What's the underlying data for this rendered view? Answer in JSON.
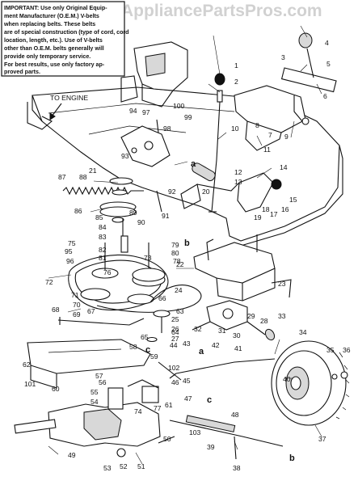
{
  "watermark": "AppliancePartsPros.com",
  "note": {
    "lines": [
      "IMPORTANT: Use only Original Equip-",
      "ment Manufacturer (O.E.M.) V-belts",
      "when replacing belts. These belts",
      "are of special construction (type of cord, cord",
      "location, length, etc.). Use of V-belts",
      "other than O.E.M. belts generally will",
      "provide only temporary service.",
      "For best results, use only factory ap-",
      "proved parts."
    ]
  },
  "engine_label": "TO ENGINE",
  "ref_letters": [
    "a",
    "b",
    "c"
  ],
  "part_numbers": [
    "1",
    "2",
    "3",
    "4",
    "5",
    "6",
    "7",
    "8",
    "9",
    "10",
    "11",
    "12",
    "13",
    "14",
    "15",
    "16",
    "17",
    "18",
    "19",
    "20",
    "21",
    "22",
    "23",
    "24",
    "25",
    "26",
    "27",
    "28",
    "29",
    "30",
    "31",
    "32",
    "33",
    "34",
    "35",
    "36",
    "37",
    "38",
    "39",
    "40",
    "41",
    "42",
    "43",
    "44",
    "45",
    "46",
    "47",
    "48",
    "49",
    "50",
    "51",
    "52",
    "53",
    "54",
    "55",
    "56",
    "57",
    "58",
    "59",
    "60",
    "61",
    "62",
    "63",
    "64",
    "65",
    "66",
    "67",
    "68",
    "69",
    "70",
    "71",
    "72",
    "73",
    "74",
    "75",
    "76",
    "77",
    "78",
    "79",
    "80",
    "81",
    "82",
    "83",
    "84",
    "85",
    "86",
    "87",
    "88",
    "89",
    "90",
    "91",
    "92",
    "93",
    "94",
    "95",
    "96",
    "97",
    "98",
    "99",
    "100",
    "101",
    "102",
    "103"
  ]
}
